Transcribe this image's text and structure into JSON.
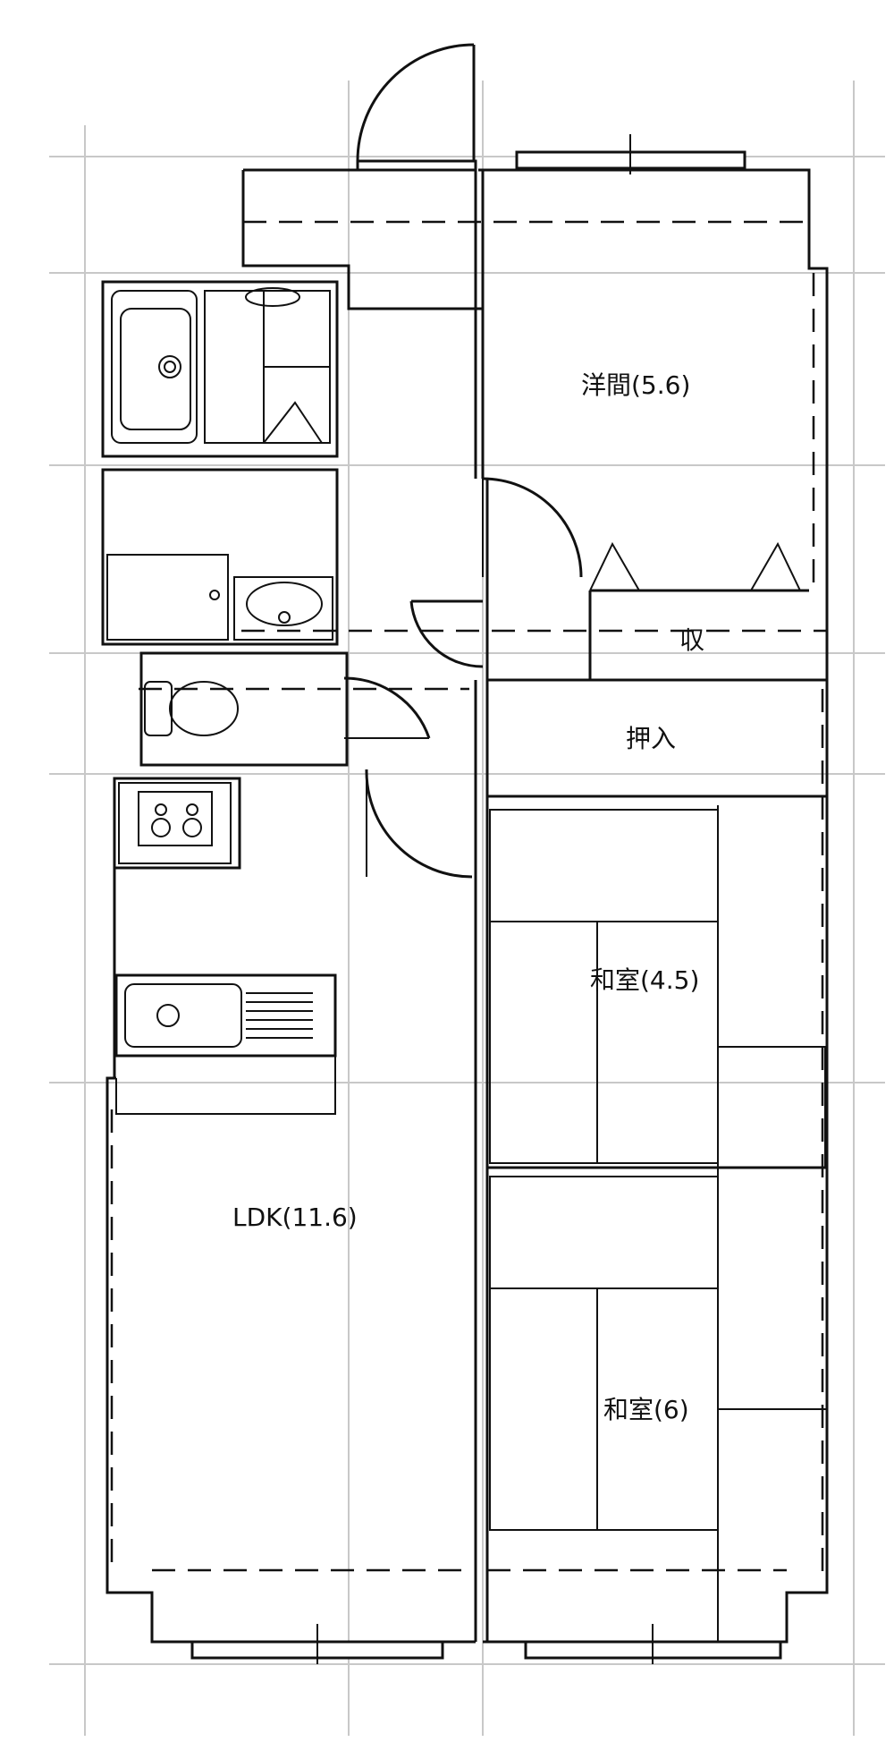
{
  "rooms": {
    "western": "洋間(5.6)",
    "storage": "収",
    "closet": "押入",
    "washitsu_small": "和室(4.5)",
    "ldk": "LDK(11.6)",
    "washitsu_large": "和室(6)"
  }
}
